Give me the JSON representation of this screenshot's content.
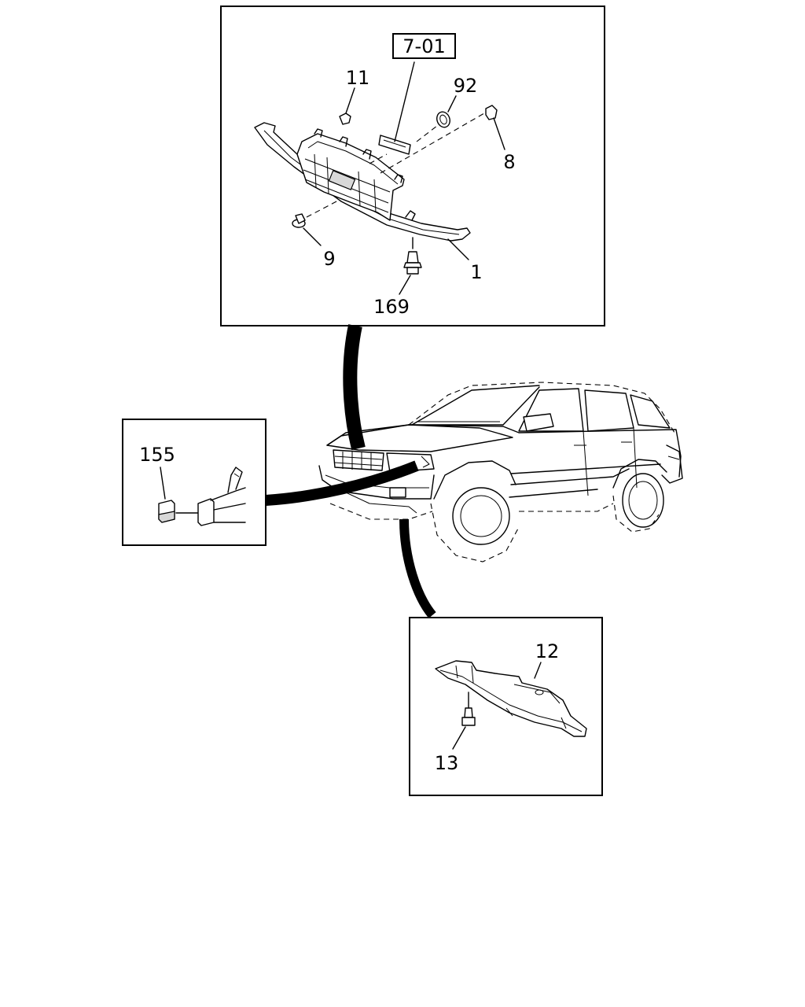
{
  "diagram": {
    "ref_box": "7-01",
    "callouts": {
      "c11": "11",
      "c92": "92",
      "c8": "8",
      "c9": "9",
      "c1": "1",
      "c169": "169",
      "c155": "155",
      "c12": "12",
      "c13": "13"
    }
  }
}
